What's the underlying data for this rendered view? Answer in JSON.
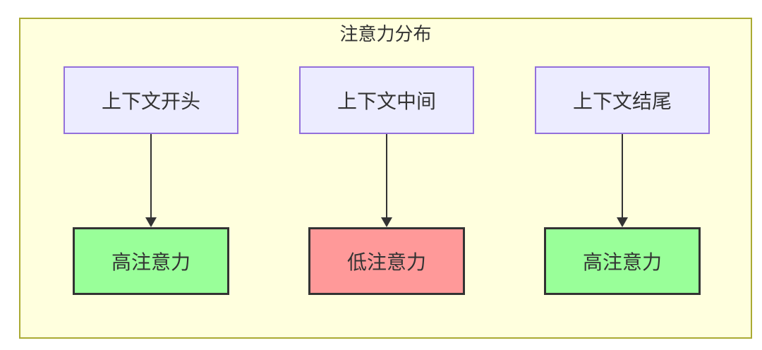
{
  "diagram": {
    "title": "注意力分布",
    "top_nodes": [
      {
        "id": "context-start",
        "label": "上下文开头"
      },
      {
        "id": "context-middle",
        "label": "上下文中间"
      },
      {
        "id": "context-end",
        "label": "上下文结尾"
      }
    ],
    "bottom_nodes": [
      {
        "id": "attention-high-1",
        "label": "高注意力",
        "level": "high"
      },
      {
        "id": "attention-low",
        "label": "低注意力",
        "level": "low"
      },
      {
        "id": "attention-high-2",
        "label": "高注意力",
        "level": "high"
      }
    ],
    "edges": [
      {
        "from": "context-start",
        "to": "attention-high-1"
      },
      {
        "from": "context-middle",
        "to": "attention-low"
      },
      {
        "from": "context-end",
        "to": "attention-high-2"
      }
    ],
    "colors": {
      "canvas_background": "#ffffde",
      "canvas_border": "#aaaa33",
      "source_node_background": "#ececff",
      "source_node_border": "#9370db",
      "high_attention_background": "#99ff99",
      "low_attention_background": "#ff9999",
      "result_node_border": "#333333",
      "text": "#333333",
      "arrow": "#333333"
    }
  }
}
